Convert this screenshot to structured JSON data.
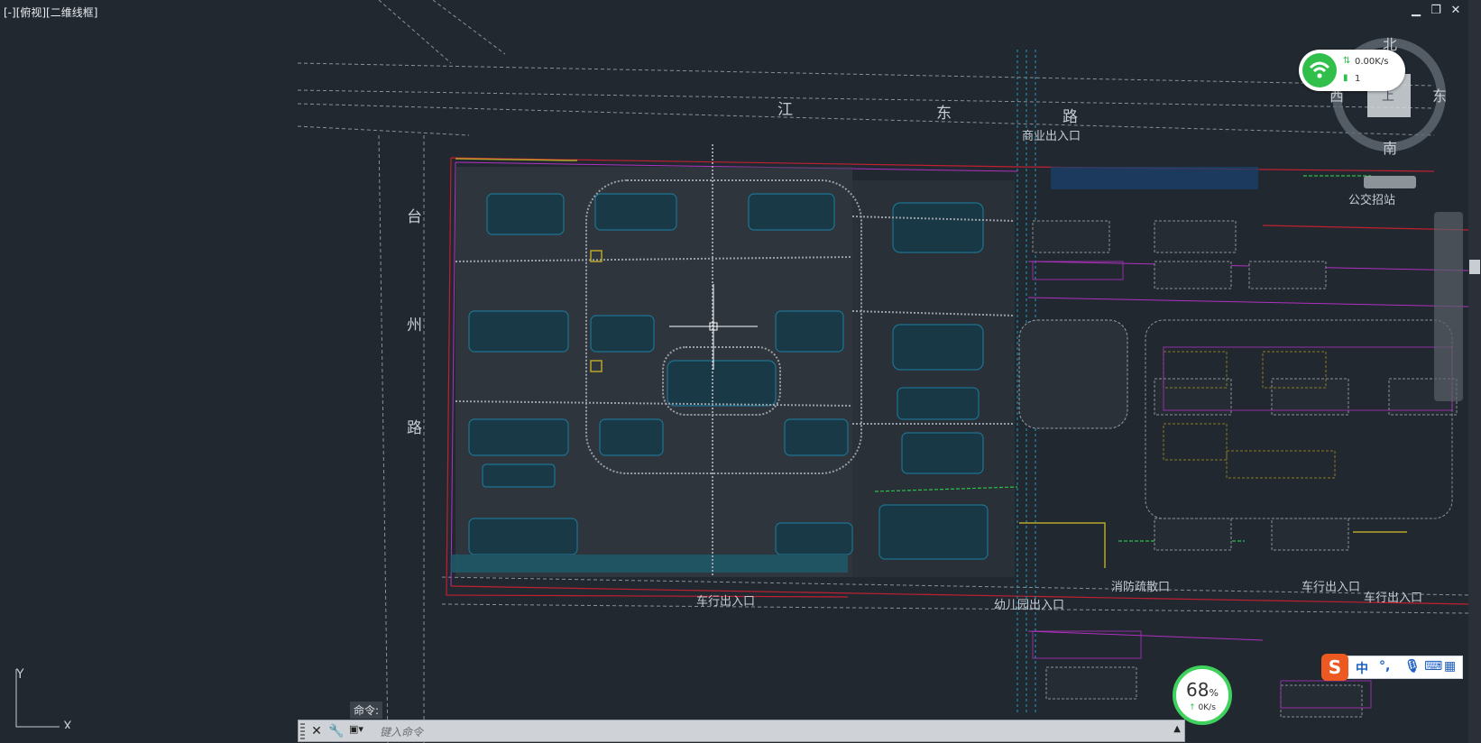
{
  "viewport": {
    "label": "[-][俯视][二维线框]"
  },
  "window_controls": {
    "minimize": "▁",
    "restore": "❐",
    "close": "✕"
  },
  "compass": {
    "north": "北",
    "south": "南",
    "east": "东",
    "west": "西",
    "top": "上"
  },
  "drawing_labels": {
    "road_top": [
      "江",
      "东",
      "路"
    ],
    "road_left": [
      "台",
      "州",
      "路"
    ],
    "commercial_entrance": "商业出入口",
    "bus_stop": "公交招站",
    "vehicle_entrance_1": "车行出入口",
    "vehicle_entrance_2": "车行出入口",
    "vehicle_entrance_3": "车行出入口",
    "kindergarten_entrance": "幼儿园出入口",
    "fire_exit": "消防疏散口"
  },
  "net_widget": {
    "speed": "0.00K/s",
    "count": "1"
  },
  "cpu_widget": {
    "percent": "68",
    "percent_sign": "%",
    "speed": "0K/s"
  },
  "ime": {
    "logo": "S",
    "mode": "中",
    "punct": "°,",
    "mic_icon": "mic-icon",
    "keyboard_icon": "keyboard-icon",
    "menu_icon": "grid-icon"
  },
  "command": {
    "label": "命令:",
    "placeholder": "键入命令"
  },
  "ucs": {
    "y": "Y",
    "x": "X"
  },
  "colors": {
    "background": "#212830",
    "cyan": "#1b7fa0",
    "red": "#c02030",
    "magenta": "#b030c0",
    "gray": "#7c828a",
    "yellow": "#b8a52a",
    "green": "#2fbf4a"
  }
}
